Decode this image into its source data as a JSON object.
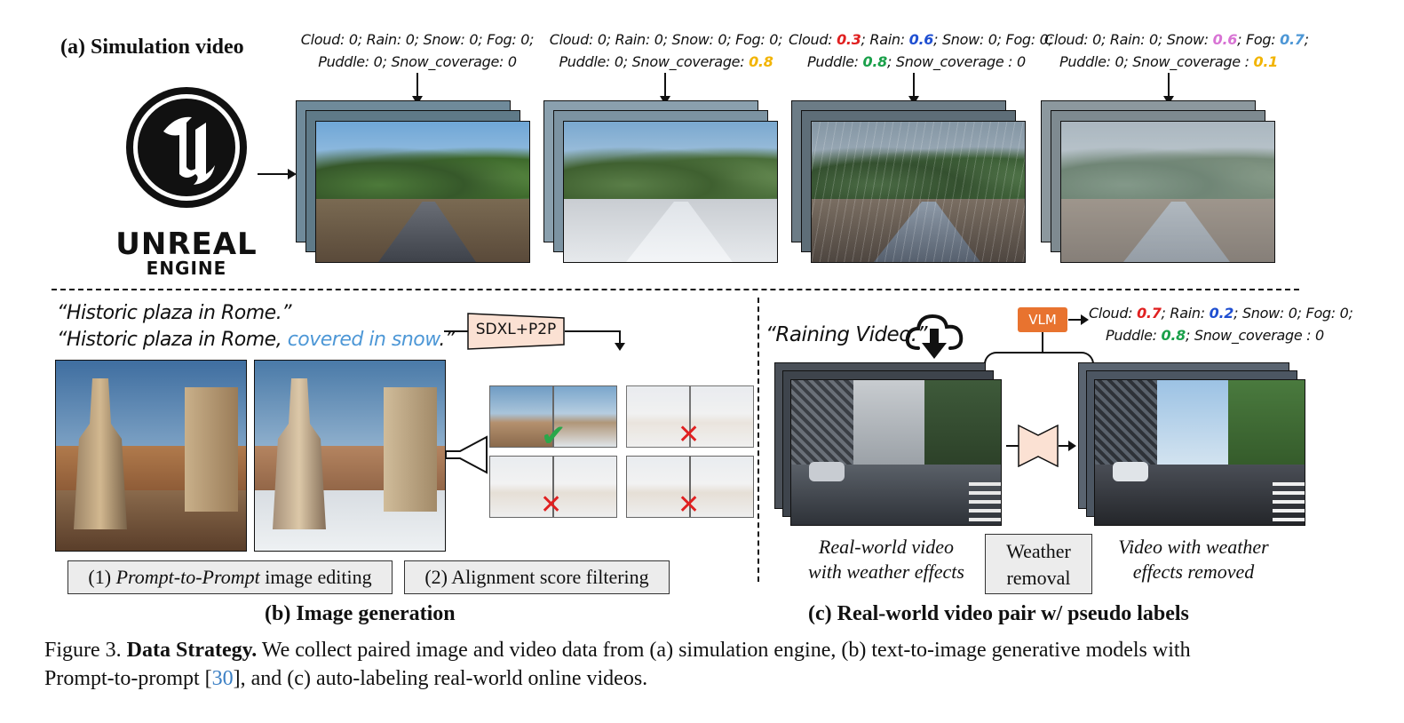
{
  "section_a": {
    "title": "(a) Simulation video",
    "logo": {
      "word1": "UNREAL",
      "word2": "ENGINE"
    },
    "conditions": [
      {
        "line1": [
          {
            "t": "Cloud: 0; Rain: 0; Snow: 0; Fog: 0;",
            "c": ""
          }
        ],
        "line2": [
          {
            "t": "Puddle: 0; Snow_coverage: 0",
            "c": ""
          }
        ]
      },
      {
        "line1": [
          {
            "t": "Cloud: 0; Rain: 0; Snow: 0; Fog: 0;",
            "c": ""
          }
        ],
        "line2": [
          {
            "t": "Puddle: 0; Snow_coverage: ",
            "c": ""
          },
          {
            "t": "0.8",
            "c": "#f2b400"
          }
        ]
      },
      {
        "line1": [
          {
            "t": "Cloud: ",
            "c": ""
          },
          {
            "t": "0.3",
            "c": "#e02020"
          },
          {
            "t": "; Rain: ",
            "c": ""
          },
          {
            "t": "0.6",
            "c": "#1f4fd1"
          },
          {
            "t": "; Snow: 0; Fog: 0;",
            "c": ""
          }
        ],
        "line2": [
          {
            "t": "Puddle: ",
            "c": ""
          },
          {
            "t": "0.8",
            "c": "#1aa04a"
          },
          {
            "t": "; Snow_coverage : 0",
            "c": ""
          }
        ]
      },
      {
        "line1": [
          {
            "t": "Cloud: 0; Rain: 0; Snow: ",
            "c": ""
          },
          {
            "t": "0.6",
            "c": "#d873d4"
          },
          {
            "t": "; Fog: ",
            "c": ""
          },
          {
            "t": "0.7",
            "c": "#4d97d6"
          },
          {
            "t": ";",
            "c": ""
          }
        ],
        "line2": [
          {
            "t": "Puddle: 0; Snow_coverage : ",
            "c": ""
          },
          {
            "t": "0.1",
            "c": "#f2b400"
          }
        ]
      }
    ]
  },
  "section_b": {
    "prompt1": "“Historic plaza in Rome.”",
    "prompt2_prefix": "“Historic plaza in Rome, ",
    "prompt2_highlight": "covered in snow",
    "prompt2_suffix": ".”",
    "model_label": "SDXL+P2P",
    "step1_prefix": "(1) ",
    "step1_italic": "Prompt-to-Prompt",
    "step1_suffix": " image editing",
    "step2": "(2) Alignment score filtering",
    "title": "(b) Image generation"
  },
  "section_c": {
    "prompt": "“Raining Video.”",
    "vlm_label": "VLM",
    "labels": {
      "line1": [
        {
          "t": "Cloud: ",
          "c": ""
        },
        {
          "t": "0.7",
          "c": "#e02020"
        },
        {
          "t": "; Rain: ",
          "c": ""
        },
        {
          "t": "0.2",
          "c": "#1f4fd1"
        },
        {
          "t": "; Snow: 0; Fog: 0;",
          "c": ""
        }
      ],
      "line2": [
        {
          "t": "Puddle: ",
          "c": ""
        },
        {
          "t": "0.8",
          "c": "#1aa04a"
        },
        {
          "t": "; Snow_coverage : 0",
          "c": ""
        }
      ]
    },
    "left_caption_1": "Real-world video",
    "left_caption_2": "with weather effects",
    "box_label_1": "Weather",
    "box_label_2": "removal",
    "right_caption_1": "Video with weather",
    "right_caption_2": "effects removed",
    "title": "(c) Real-world video pair w/ pseudo labels"
  },
  "caption": {
    "prefix": "Figure 3. ",
    "bold": "Data Strategy.",
    "text1": " We collect paired image and video data from (a) simulation engine, (b) text-to-image generative models with",
    "text2a": "Prompt-to-prompt [",
    "ref": "30",
    "text2b": "], and (c) auto-labeling real-world online videos."
  },
  "colors": {
    "ref_link": "#3b7fc4",
    "snow_text": "#4d97d6",
    "vlm_box": "#e8732f",
    "model_box": "#fbe1d3"
  }
}
